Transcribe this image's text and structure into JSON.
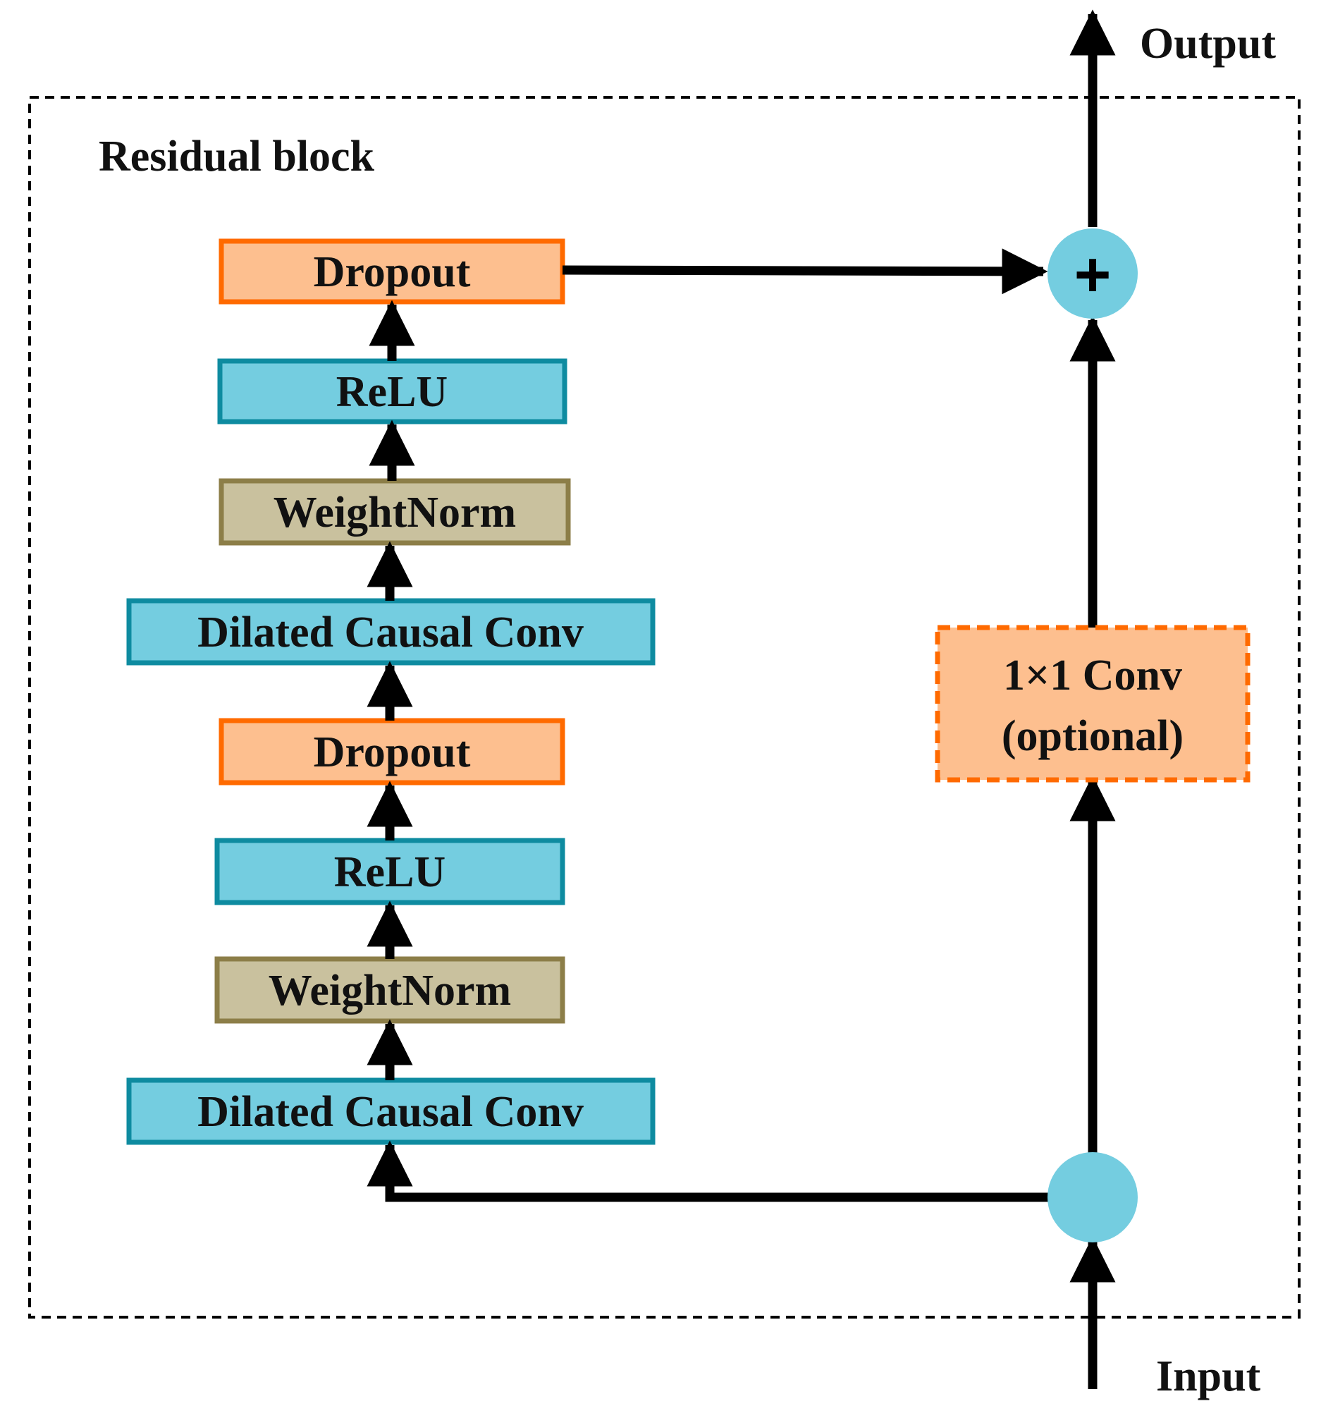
{
  "block_title": "Residual block",
  "output_label": "Output",
  "input_label": "Input",
  "plus_symbol": "+",
  "colors": {
    "orange_fill": "#FDBF8F",
    "orange_border": "#FF6A00",
    "cyan_fill": "#74CDE0",
    "cyan_border": "#0E8BA0",
    "tan_fill": "#C9C19E",
    "tan_border": "#8C7E48",
    "node": "#74CDE0",
    "line": "#000000"
  },
  "layers": [
    {
      "id": "dropout-2",
      "label": "Dropout",
      "style": "orange"
    },
    {
      "id": "relu-2",
      "label": "ReLU",
      "style": "cyan"
    },
    {
      "id": "weightnorm-2",
      "label": "WeightNorm",
      "style": "tan"
    },
    {
      "id": "dilated-conv-2",
      "label": "Dilated Causal Conv",
      "style": "cyan"
    },
    {
      "id": "dropout-1",
      "label": "Dropout",
      "style": "orange"
    },
    {
      "id": "relu-1",
      "label": "ReLU",
      "style": "cyan"
    },
    {
      "id": "weightnorm-1",
      "label": "WeightNorm",
      "style": "tan"
    },
    {
      "id": "dilated-conv-1",
      "label": "Dilated Causal Conv",
      "style": "cyan"
    }
  ],
  "skip_conv": {
    "line1": "1×1 Conv",
    "line2": "(optional)"
  }
}
